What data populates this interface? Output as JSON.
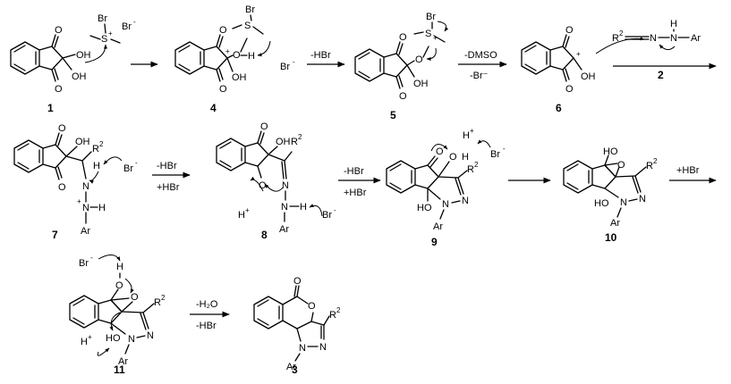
{
  "compounds": {
    "c1": "1",
    "c4": "4",
    "c5": "5",
    "c6": "6",
    "c2": "2",
    "c7": "7",
    "c8": "8",
    "c9": "9",
    "c10": "10",
    "c11": "11",
    "c3": "3"
  },
  "conditions": {
    "r1": "-HBr",
    "r2a": "-DMSO",
    "r2b": "-Br⁻",
    "r3a": "-HBr",
    "r3b": "+HBr",
    "r4a": "-HBr",
    "r4b": "+HBr",
    "r5": "+HBr",
    "r6a": "-H₂O",
    "r6b": "-HBr"
  },
  "atoms": {
    "O": "O",
    "OH": "OH",
    "HO": "HO",
    "Br": "Br",
    "H": "H",
    "S": "S",
    "N": "N",
    "NH": "N–H",
    "Ar": "Ar",
    "R": "R",
    "two": "2",
    "plus": "+",
    "minus": "-"
  }
}
